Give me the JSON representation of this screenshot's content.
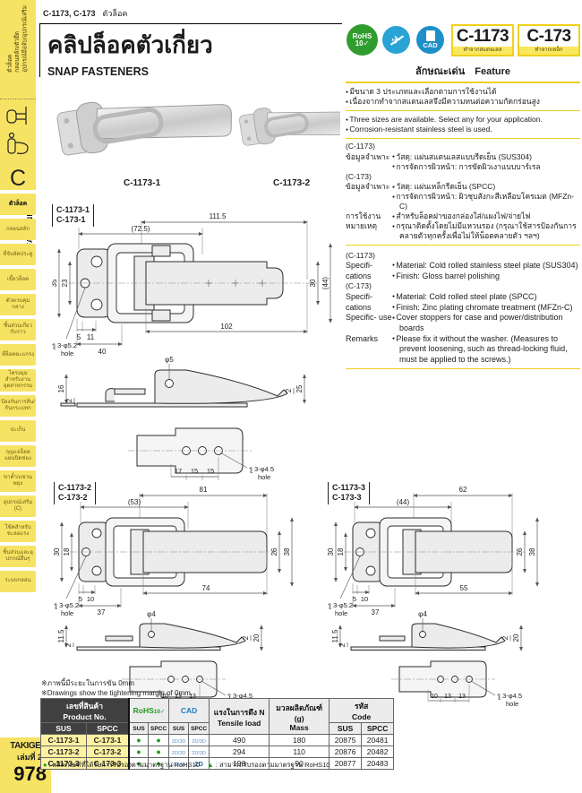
{
  "header": {
    "models": "C-1173, C-173",
    "category": "ตัวล็อค",
    "title_th": "คลิปล็อคตัวเกี่ยว",
    "title_en": "SNAP FASTENERS"
  },
  "badges": {
    "rohs1": "RoHS",
    "rohs2": "10✓",
    "noair_glyph": "✈",
    "cad_label": "CAD"
  },
  "products": [
    {
      "code": "C-1173",
      "material": "ทำจากสแตนเลส"
    },
    {
      "code": "C-173",
      "material": "ทำจากเหล็ก"
    }
  ],
  "sidebar": {
    "category_line1": "ตัวล็อค",
    "category_line2": "กลอนสลัก/ตัวยึด",
    "category_line3": "อุปกรณ์มือจับ/อุปกรณ์เสริม",
    "section_letter": "C",
    "section_label": "FASTENERS",
    "items": [
      {
        "label": "ตัวล็อค"
      },
      {
        "label": "กลอนสลัก"
      },
      {
        "label": "ที่จับอัดประตู"
      },
      {
        "label": "เขี้ยวล็อค"
      },
      {
        "label": "ตัวควบคุมกลาง"
      },
      {
        "label": "ชิ้นส่วนเกี่ยวกับราว"
      },
      {
        "label": "ที่ล็อคตะแกรง"
      },
      {
        "label": "โครงมุมสำหรับงานอุตสาหกรรม"
      },
      {
        "label": "ป้องกันการสั่น/กันกระแทก"
      },
      {
        "label": "ปะเก็น"
      },
      {
        "label": "กุญแจล็อคแผ่นปิดช่อง"
      },
      {
        "label": "ขาค้ำ/แขวนพยุง"
      },
      {
        "label": "อุปกรณ์เสริม (C)"
      },
      {
        "label": "โช้คสำหรับชะลอแรง"
      },
      {
        "label": "ชิ้นส่วนและอุปกรณ์อื่นๆ"
      },
      {
        "label": "ระบบกลอน"
      }
    ],
    "footer": {
      "brand": "TAKIGEN",
      "volume": "เล่มที่ 24",
      "page": "978"
    }
  },
  "feature": {
    "heading_th": "ลักษณะเด่น",
    "heading_en": "Feature",
    "bullets_th": [
      "มีขนาด 3 ประเภทและเลือกตามการใช้งานได้",
      "เนื่องจากทำจากสแตนเลสจึงมีความทนต่อความกัดกร่อนสูง"
    ],
    "bullets_en": [
      "Three sizes are available. Select any for your application.",
      "Corrosion-resistant stainless steel is used."
    ],
    "rows": [
      {
        "group": "(C-1173)"
      },
      {
        "term": "ข้อมูลจำเพาะ",
        "b1": "วัสดุ: แผ่นสแตนเลสแบบรีดเย็น (SUS304)",
        "b2": "การจัดการผิวหน้า: การขัดผิวเงาแบบบาร์เรล"
      },
      {
        "group": "(C-173)"
      },
      {
        "term": "ข้อมูลจำเพาะ",
        "b1": "วัสดุ: แผ่นเหล็กรีดเย็น (SPCC)",
        "b2": "การจัดการผิวหน้า: ผิวชุบสังกะสีเหลือบโครเมต (MFZn-C)"
      },
      {
        "term": "การใช้งาน",
        "b1": "สำหรับล็อคฝาของกล่องใส่/แผงไฟ/จ่ายไฟ"
      },
      {
        "term": "หมายเหตุ",
        "b1": "กรุณาติดตั้งโดยไม่มีแหวนรอง (กรุณาใช้สารป้องกันการคลายตัวทุกครั้งเพื่อไม่ให้น็อตคลายตัว ฯลฯ)"
      }
    ],
    "rows_en": [
      {
        "group": "(C-1173)"
      },
      {
        "term": "Specifi- cations",
        "b1": "Material: Cold rolled stainless steel plate (SUS304)",
        "b2": "Finish: Gloss barrel polishing"
      },
      {
        "group": "(C-173)"
      },
      {
        "term": "Specifi- cations",
        "b1": "Material: Cold rolled steel plate (SPCC)",
        "b2": "Finish: Zinc plating chromate treatment (MFZn-C)"
      },
      {
        "term": "Specific- use",
        "b1": "Cover stoppers for case and power/distribution boards"
      },
      {
        "term": "Remarks",
        "b1": "Please fix it without the washer. (Measures to prevent loosening, such as thread-locking fluid, must be applied to the screws.)"
      }
    ]
  },
  "photos": {
    "caption1": "C-1173-1",
    "caption2": "C-1173-2"
  },
  "drawings": [
    {
      "name1": "C-1173-1",
      "name2": "C-173-1",
      "top1": "111.5",
      "top2": "(72.5)",
      "left1": "35",
      "left2": "23",
      "right1": "30",
      "right2": "(44)",
      "b1": "5",
      "b2": "11",
      "b3": "40",
      "b4": "102",
      "hole1a": "รู 3-φ5.2",
      "hole1b": "hole",
      "s1": "16",
      "s2": "2",
      "s3": "φ5",
      "s4": "2",
      "s5": "25",
      "bv1": "17",
      "bv2": "15",
      "bv3": "15",
      "hole2a": "รู 3-φ4.5",
      "hole2b": "hole"
    },
    {
      "name1": "C-1173-2",
      "name2": "C-173-2",
      "top1": "81",
      "top2": "(53)",
      "left1": "30",
      "left2": "18",
      "right1": "26",
      "right2": "38",
      "b1": "5",
      "b2": "10",
      "b3": "37",
      "b4": "74",
      "hole1a": "รู 3-φ5.2",
      "hole1b": "hole",
      "s1": "11.5",
      "s2": "2",
      "s3": "φ4",
      "s4": "2",
      "s5": "20",
      "bv1": "10",
      "bv2": "13",
      "bv3": "13",
      "hole2a": "รู 3-φ4.5",
      "hole2b": "hole"
    },
    {
      "name1": "C-1173-3",
      "name2": "C-173-3",
      "top1": "62",
      "top2": "(44)",
      "left1": "30",
      "left2": "18",
      "right1": "26",
      "right2": "38",
      "b1": "5",
      "b2": "10",
      "b3": "37",
      "b4": "55",
      "hole1a": "รู 3-φ5.2",
      "hole1b": "hole",
      "s1": "11.5",
      "s2": "2",
      "s3": "φ4",
      "s4": "2",
      "s5": "20",
      "bv1": "10",
      "bv2": "13",
      "bv3": "13",
      "hole2a": "รู 3-φ4.5",
      "hole2b": "hole"
    }
  ],
  "notes": {
    "th": "※ภาพนี้มีระยะในการขัน 0mm",
    "en": "※Drawings show the tightening margin of 0mm."
  },
  "table": {
    "header": {
      "product_th": "เลขที่สินค้า",
      "product_en": "Product No.",
      "rohs": "RoHS",
      "rohs2": "10✓",
      "cad": "CAD",
      "tensile_th": "แรงในการดึง N",
      "tensile_en": "Tensile load",
      "mass_th": "มวลผลิตภัณฑ์ (g)",
      "mass_en": "Mass",
      "code_th": "รหัส",
      "code_en": "Code",
      "sus": "SUS",
      "spcc": "SPCC"
    },
    "rows": [
      {
        "sus": "C-1173-1",
        "spcc": "C-173-1",
        "rohs_sus": "●",
        "rohs_spcc": "●",
        "cad_sus": "2D/3D",
        "cad_spcc": "2D/3D",
        "tensile": "490",
        "mass": "180",
        "code_sus": "20875",
        "code_spcc": "20481"
      },
      {
        "sus": "C-1173-2",
        "spcc": "C-173-2",
        "rohs_sus": "●",
        "rohs_spcc": "●",
        "cad_sus": "2D/3D",
        "cad_spcc": "2D/3D",
        "tensile": "294",
        "mass": "110",
        "code_sus": "20876",
        "code_spcc": "20482"
      },
      {
        "sus": "C-1173-3",
        "spcc": "C-173-3",
        "rohs_sus": "●",
        "rohs_spcc": "●",
        "cad_sus": "2D/3D",
        "cad_spcc": "2D",
        "tensile": "196",
        "mass": "90",
        "code_sus": "20877",
        "code_spcc": "20483"
      }
    ],
    "legend1_sym": "●",
    "legend1_text": ": ผลิตภัณฑ์ที่ได้รับการรับรองตามมาตรฐาน RoHS10",
    "legend2_sym": "▲",
    "legend2_text": ": สามารถรับรองตามมาตรฐาน RoHS10"
  }
}
